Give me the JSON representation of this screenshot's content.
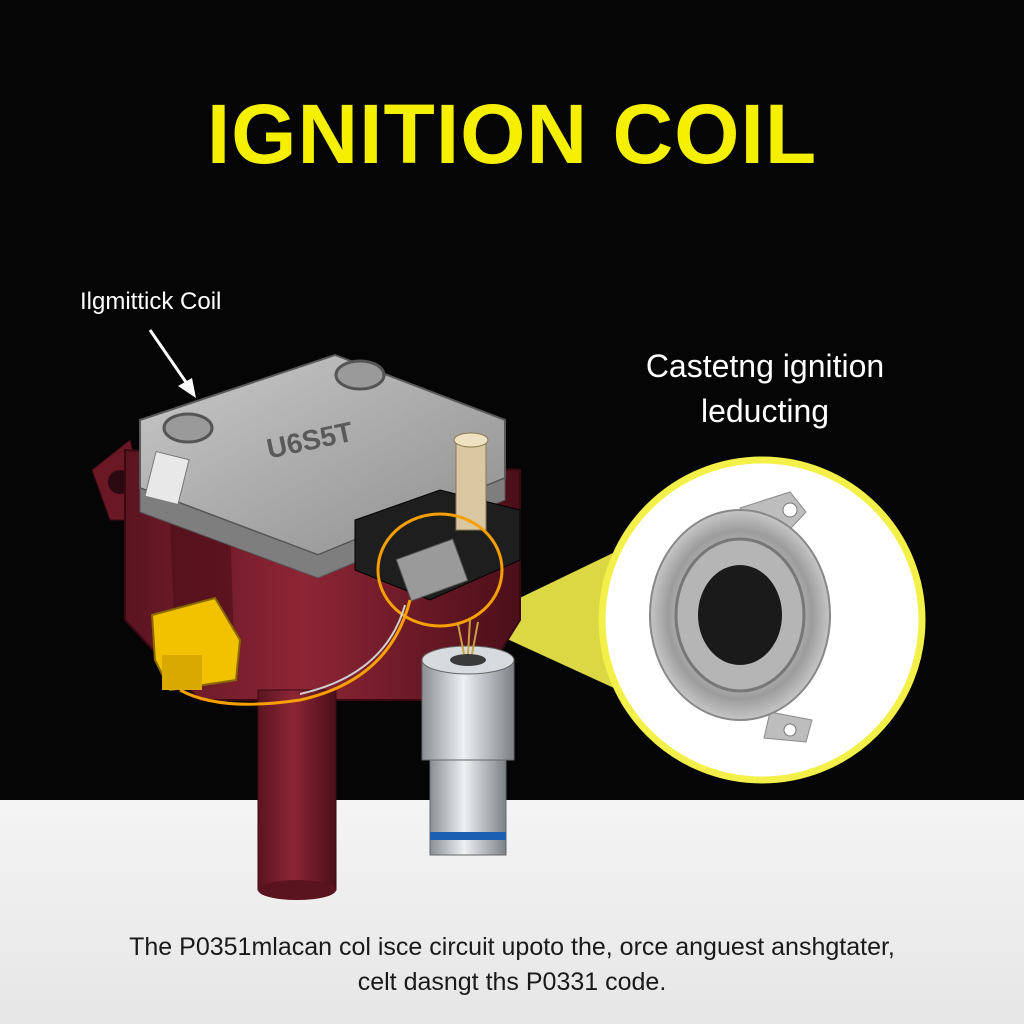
{
  "title": "IGNITION COIL",
  "labels": {
    "coil_callout": "Ilgmittick Coil",
    "detail_callout_line1": "Castetng ignition",
    "detail_callout_line2": "leducting",
    "housing_marking": "U6S5T"
  },
  "caption": {
    "line1": "The P0351mlacan col isce circuit upoto the, orce anguest anshgtater,",
    "line2": "celt dasngt ths P0331 code."
  },
  "colors": {
    "title": "#f5f000",
    "highlight_ring": "#f5a000",
    "callout_bubble": "#f3f04a",
    "coil_body": "#7a1f2b",
    "connector": "#f2c200"
  }
}
